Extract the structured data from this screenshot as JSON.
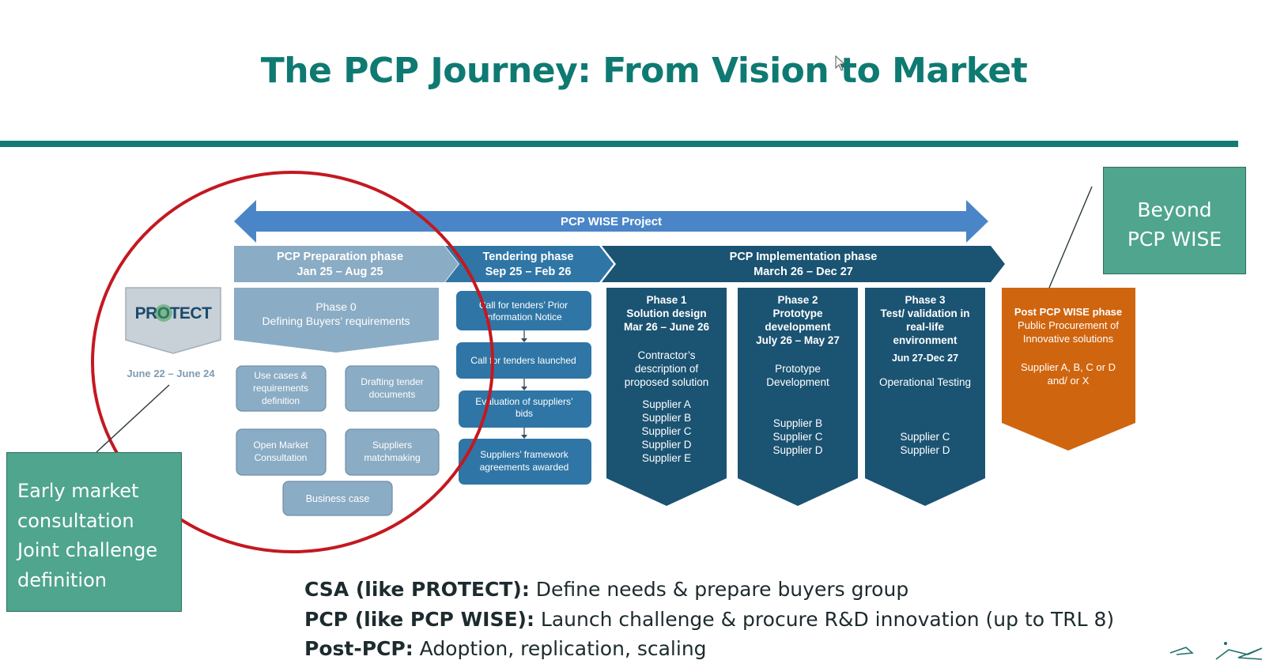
{
  "title": "The PCP Journey: From Vision to Market",
  "project_bar": {
    "label": "PCP WISE Project"
  },
  "protect": {
    "logo": "PROTECT",
    "dates": "June 22 – June 24"
  },
  "phases": {
    "preparation": {
      "title": "PCP Preparation phase",
      "dates": "Jan 25 – Aug 25"
    },
    "tendering": {
      "title": "Tendering phase",
      "dates": "Sep 25 – Feb 26"
    },
    "implementation": {
      "title": "PCP Implementation phase",
      "dates": "March 26 – Dec 27"
    }
  },
  "phase0": {
    "line1": "Phase 0",
    "line2": "Defining Buyers’ requirements"
  },
  "prep_boxes": {
    "use_cases": [
      "Use cases &",
      "requirements",
      "definition"
    ],
    "drafting": [
      "Drafting tender",
      "documents"
    ],
    "open_market": [
      "Open Market",
      "Consultation"
    ],
    "matchmaking": [
      "Suppliers",
      "matchmaking"
    ],
    "business_case": [
      "Business case"
    ]
  },
  "tender_steps": [
    [
      "Call for tenders’ Prior",
      "Information Notice"
    ],
    [
      "Call for tenders launched"
    ],
    [
      "Evaluation of suppliers’",
      "bids"
    ],
    [
      "Suppliers’ framework",
      "agreements awarded"
    ]
  ],
  "impl_phases": [
    {
      "title_lines": [
        "Phase 1",
        "Solution design",
        "Mar 26 – June 26"
      ],
      "desc_lines": [
        "Contractor’s",
        "description of",
        "proposed solution"
      ],
      "suppliers": [
        "Supplier A",
        "Supplier B",
        "Supplier C",
        "Supplier D",
        "Supplier E"
      ]
    },
    {
      "title_lines": [
        "Phase 2",
        "Prototype",
        "development",
        "July 26 – May 27"
      ],
      "desc_lines": [
        "Prototype",
        "Development"
      ],
      "suppliers": [
        "Supplier B",
        "Supplier C",
        "Supplier D"
      ]
    },
    {
      "title_lines": [
        "Phase 3",
        "Test/ validation in",
        "real-life",
        "environment",
        "Jun 27-Dec 27"
      ],
      "desc_lines": [
        "Operational Testing"
      ],
      "suppliers": [
        "Supplier C",
        "Supplier D"
      ]
    }
  ],
  "post_phase": {
    "title": "Post PCP WISE phase",
    "lines": [
      "Public Procurement of",
      "Innovative solutions"
    ],
    "suppliers": [
      "Supplier A, B, C or D",
      "and/ or X"
    ]
  },
  "callouts": {
    "early": [
      "Early market",
      "consultation",
      "Joint challenge",
      "definition"
    ],
    "beyond": [
      "Beyond",
      "PCP WISE"
    ]
  },
  "notes": [
    {
      "label": "CSA (like PROTECT):",
      "text": " Define needs & prepare buyers group"
    },
    {
      "label": "PCP (like PCP WISE):",
      "text": " Launch challenge & procure R&D innovation (up to TRL 8)"
    },
    {
      "label": "Post-PCP:",
      "text": " Adoption, replication, scaling"
    }
  ],
  "colors": {
    "title": "#0e7a72",
    "prep": "#8aacc4",
    "tender": "#2f76a6",
    "impl": "#1b5372",
    "project_bar": "#4a86c7",
    "post": "#d0650f",
    "callout": "#4fa58d",
    "circle": "#c41820"
  }
}
